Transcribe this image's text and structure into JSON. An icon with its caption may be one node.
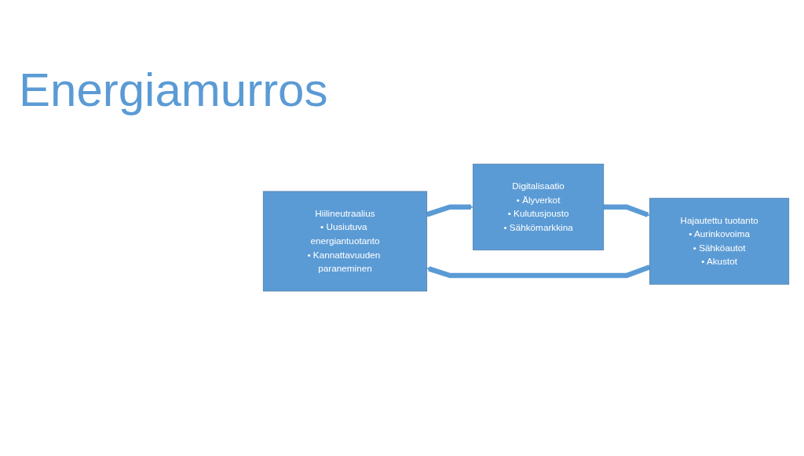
{
  "diagram": {
    "title": "Energiamurros",
    "nodes": [
      {
        "text": [
          "Hiilineutraalius",
          "• Uusiutuva energiantuotanto",
          "• Kannattavuuden paraneminen"
        ]
      },
      {
        "text": [
          "Digitalisaatio",
          "• Älyverkot",
          "• Kulutusjousto",
          "• Sähkömarkkina"
        ]
      },
      {
        "text": [
          "Hajautettu tuotanto",
          "• Aurinkovoima",
          "• Sähköautot",
          "• Akustot"
        ]
      }
    ],
    "edges": [
      {
        "from": 0,
        "to": 1,
        "arrow": "to"
      },
      {
        "from": 1,
        "to": 2,
        "arrow": "to"
      },
      {
        "from": 2,
        "to": 0,
        "arrow": "to"
      }
    ]
  }
}
